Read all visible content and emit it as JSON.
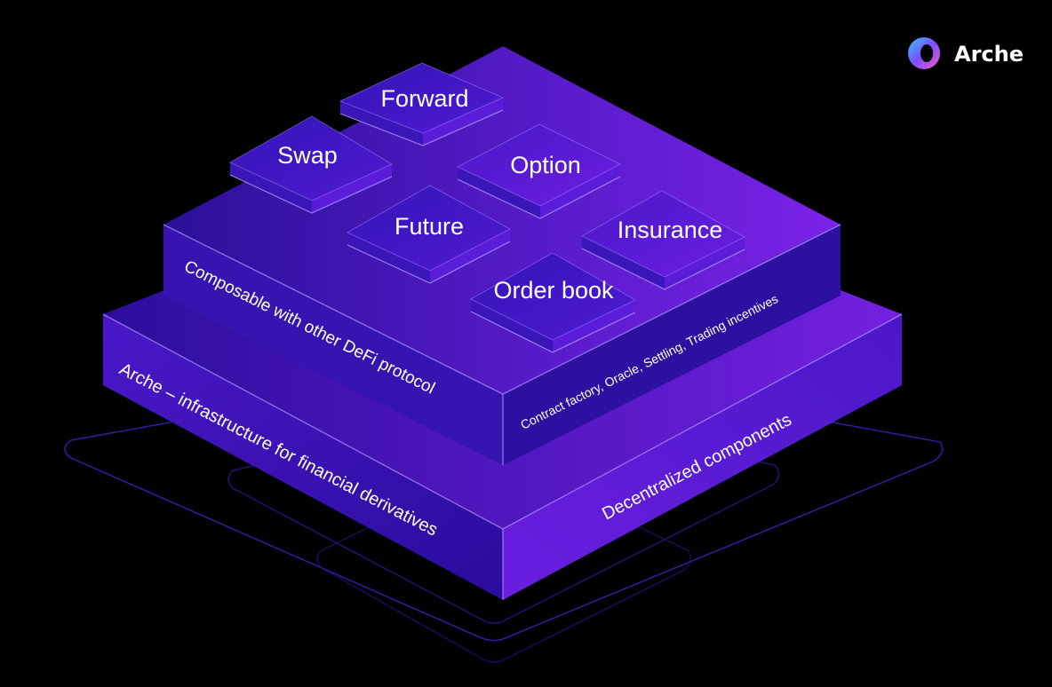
{
  "brand": {
    "name": "Arche",
    "logo_icon": "ring-logo-icon"
  },
  "base_layer": {
    "left_label": "Arche – infrastructure for financial derivatives",
    "right_label": "Decentralized components"
  },
  "middle_layer": {
    "left_label": "Composable with other DeFi protocol",
    "right_label": "Contract factory, Oracle, Settling, Trading incentives"
  },
  "modules": [
    {
      "label": "Forward"
    },
    {
      "label": "Swap"
    },
    {
      "label": "Option"
    },
    {
      "label": "Future"
    },
    {
      "label": "Insurance"
    },
    {
      "label": "Order book"
    }
  ],
  "colors": {
    "background": "#000000",
    "accent_purple": "#7a1fe6",
    "deep_blue": "#2a0fa8",
    "edge": "#a88cff"
  }
}
